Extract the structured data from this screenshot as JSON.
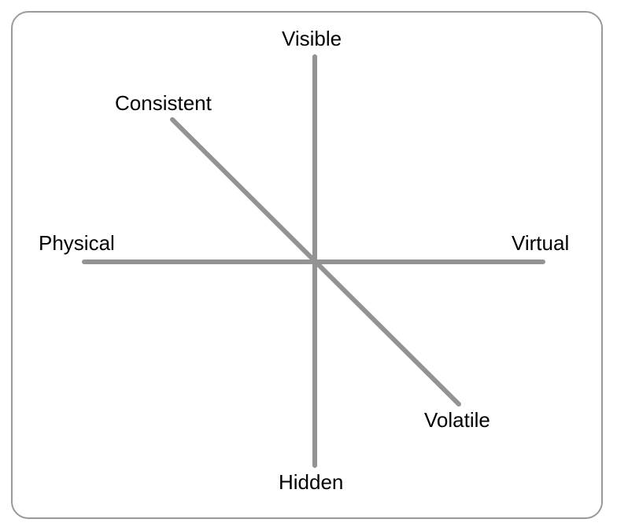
{
  "diagram": {
    "axes": [
      {
        "id": "vertical",
        "start_label": "Visible",
        "end_label": "Hidden"
      },
      {
        "id": "horizontal",
        "start_label": "Physical",
        "end_label": "Virtual"
      },
      {
        "id": "diagonal",
        "start_label": "Consistent",
        "end_label": "Volatile"
      }
    ],
    "colors": {
      "axis_line": "#939393",
      "frame_border": "#999999",
      "label_text": "#000000",
      "background": "#ffffff"
    }
  }
}
